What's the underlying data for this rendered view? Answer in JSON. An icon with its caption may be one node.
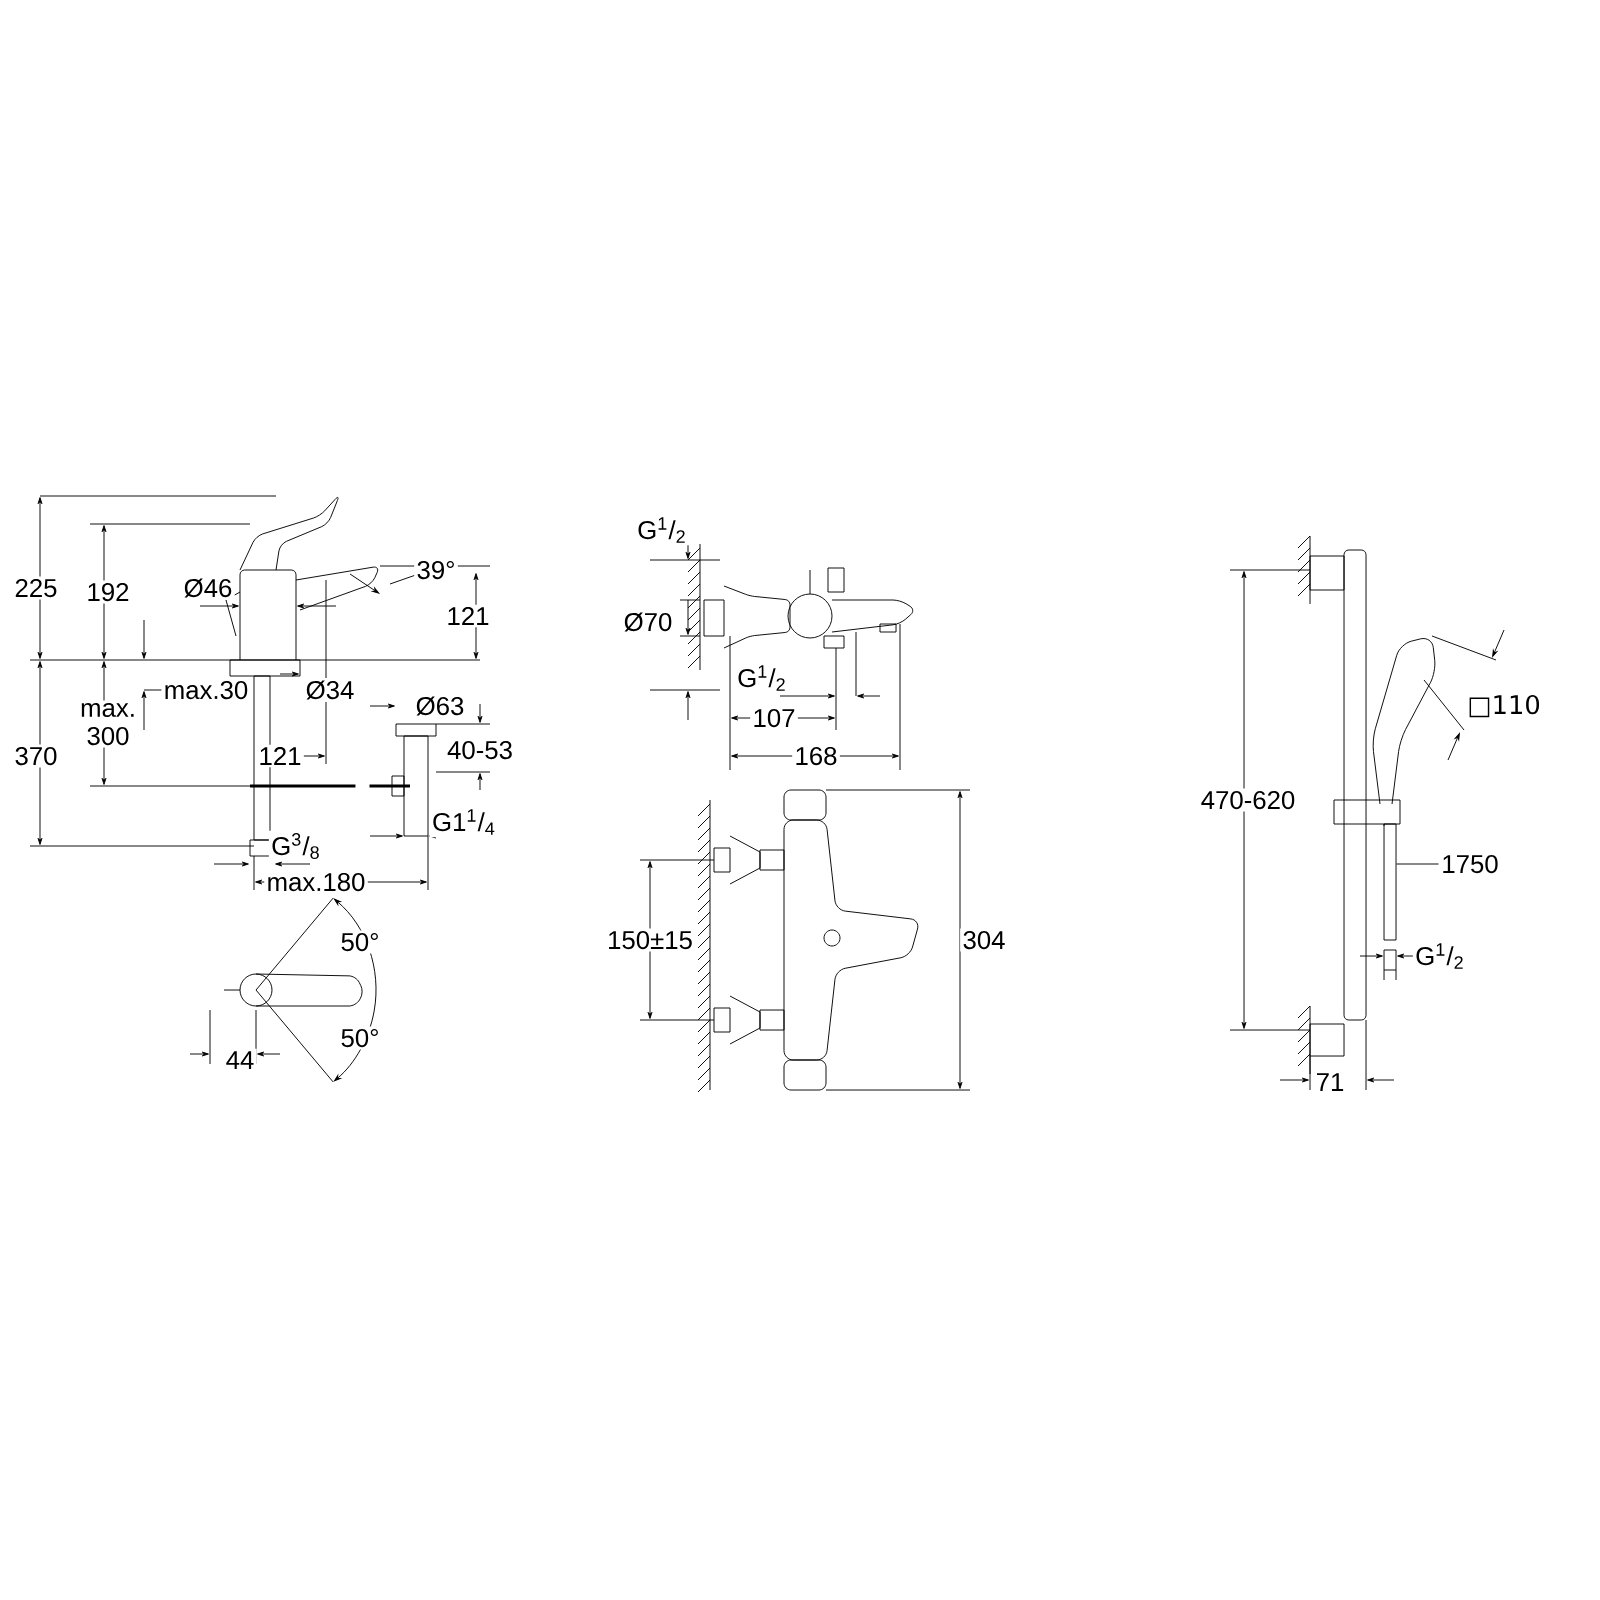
{
  "diagram": {
    "nodes": [
      {
        "text": [
          "1750"
        ]
      },
      {
        "text": [],
        "shape": "bar"
      }
    ],
    "edges": [
      {
        "from": 0,
        "to": 1,
        "arrow": "none"
      }
    ],
    "labels": [
      "225",
      "192",
      "Ø46",
      "39°",
      "121",
      "Ø34",
      "max. 300",
      "max.30",
      "Ø63",
      "370",
      "121",
      "40-53",
      "G1$^{1}$/$_{4}$",
      "G$^{3}$/$_{8}$",
      "max.180",
      "50°",
      "50°",
      "44",
      "G$^{1}$/$_{2}$",
      "Ø70",
      "G$^{1}$/$_{2}$",
      "107",
      "168",
      "150±15",
      "304",
      "□110",
      "470-620",
      "G$^{1}$/$_{2}$",
      "71"
    ]
  }
}
